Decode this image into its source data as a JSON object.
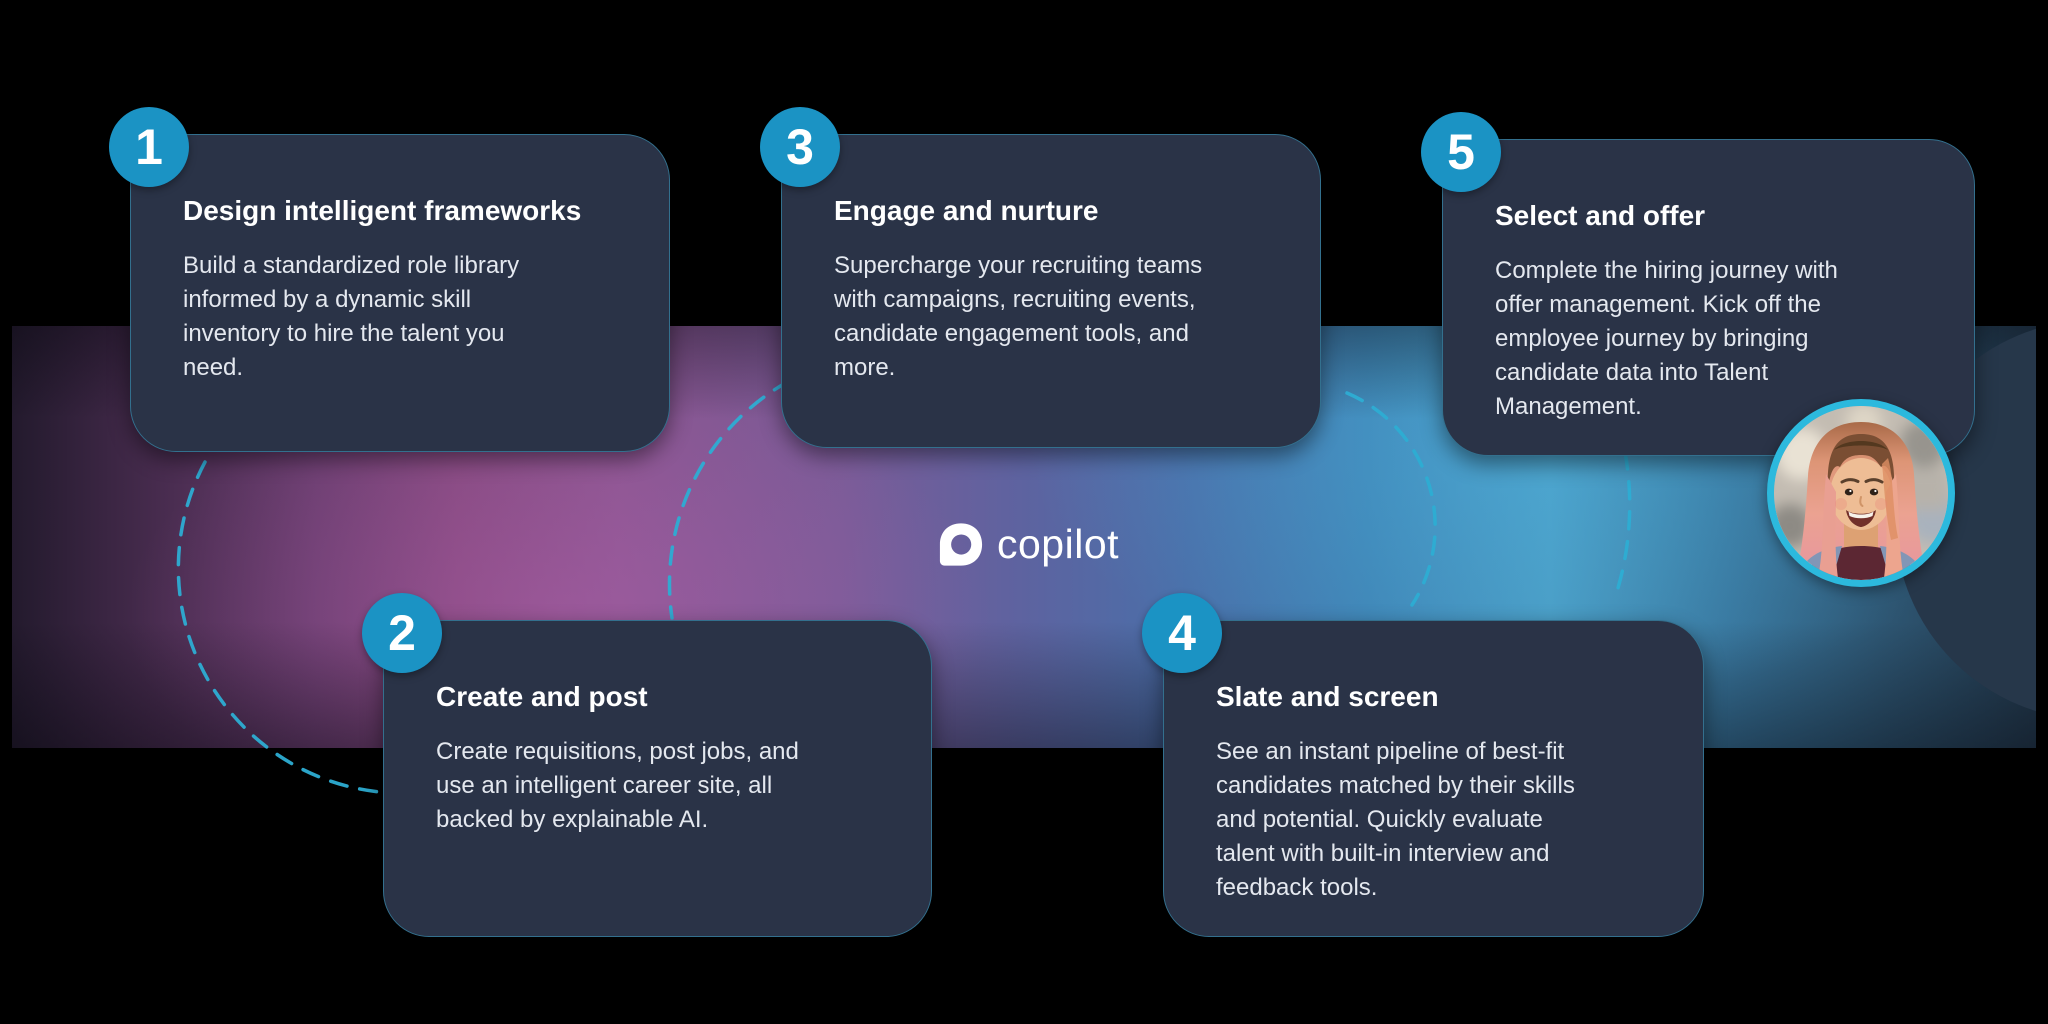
{
  "brand": {
    "logo_text": "copilot",
    "logo_icon": "copilot-bubble-icon"
  },
  "steps": [
    {
      "number": "1",
      "title": "Design intelligent frameworks",
      "body": "Build a standardized role library\ninformed by a dynamic skill\ninventory to hire the talent you\nneed."
    },
    {
      "number": "2",
      "title": "Create and post",
      "body": "Create requisitions, post jobs, and\nuse an intelligent career site, all\nbacked by explainable AI."
    },
    {
      "number": "3",
      "title": "Engage and nurture",
      "body": "Supercharge your recruiting teams\nwith campaigns, recruiting events,\ncandidate engagement tools, and\nmore."
    },
    {
      "number": "4",
      "title": "Slate and screen",
      "body": "See an instant pipeline of best-fit\ncandidates matched by their skills\nand potential. Quickly evaluate\ntalent with built-in interview and\nfeedback tools."
    },
    {
      "number": "5",
      "title": "Select and offer",
      "body": "Complete the hiring journey with\noffer management. Kick off the\nemployee journey by bringing\ncandidate data into Talent\nManagement."
    }
  ],
  "avatar": {
    "description": "Smiling woman with long pink-orange hair wearing a denim jacket"
  },
  "colors": {
    "badge-bg": "#1b93c4",
    "badge-text": "#ffffff",
    "card-bg": "#2a3347",
    "card-border": "#33708e",
    "dash": "#2dadd3",
    "ring": "#2cb9dd",
    "title": "#ffffff",
    "body-text": "#e4e8ef",
    "band-magenta": "#8a5590",
    "band-blue": "#4a9cc4"
  }
}
